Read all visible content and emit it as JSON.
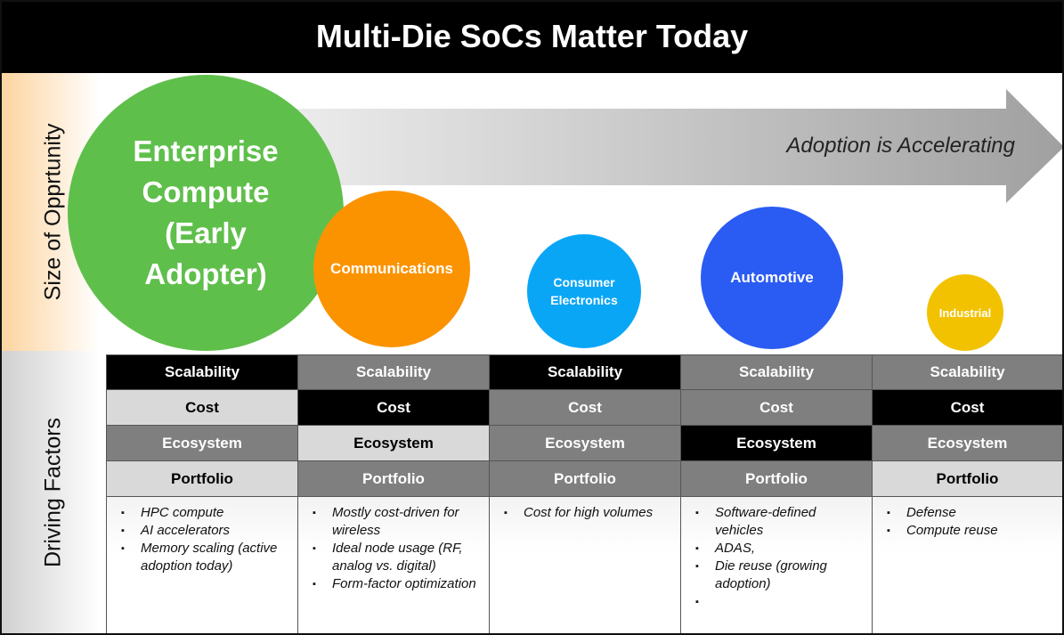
{
  "title": "Multi-Die SoCs Matter Today",
  "side_labels": {
    "top": "Size of Opprtunity",
    "bottom": "Driving Factors"
  },
  "arrow_text": "Adoption is Accelerating",
  "segments": [
    {
      "name": "Enterprise Compute (Early Adopter)",
      "color": "#5fbf4b"
    },
    {
      "name": "Communications",
      "color": "#fb9300"
    },
    {
      "name": "Consumer Electronics",
      "color": "#0aa6f6"
    },
    {
      "name": "Automotive",
      "color": "#2a5cf3"
    },
    {
      "name": "Industrial",
      "color": "#f2c200"
    }
  ],
  "factors": [
    "Scalability",
    "Cost",
    "Ecosystem",
    "Portfolio"
  ],
  "columns": [
    {
      "bullets": [
        "HPC compute",
        "AI accelerators",
        "Memory scaling (active adoption today)"
      ]
    },
    {
      "bullets": [
        "Mostly cost-driven for wireless",
        "Ideal node usage (RF, analog vs. digital)",
        "Form-factor optimization"
      ]
    },
    {
      "bullets": [
        "Cost for high volumes"
      ]
    },
    {
      "bullets": [
        "Software-defined vehicles",
        "ADAS,",
        "Die reuse (growing adoption)",
        ""
      ]
    },
    {
      "bullets": [
        "Defense",
        "Compute reuse"
      ]
    }
  ]
}
